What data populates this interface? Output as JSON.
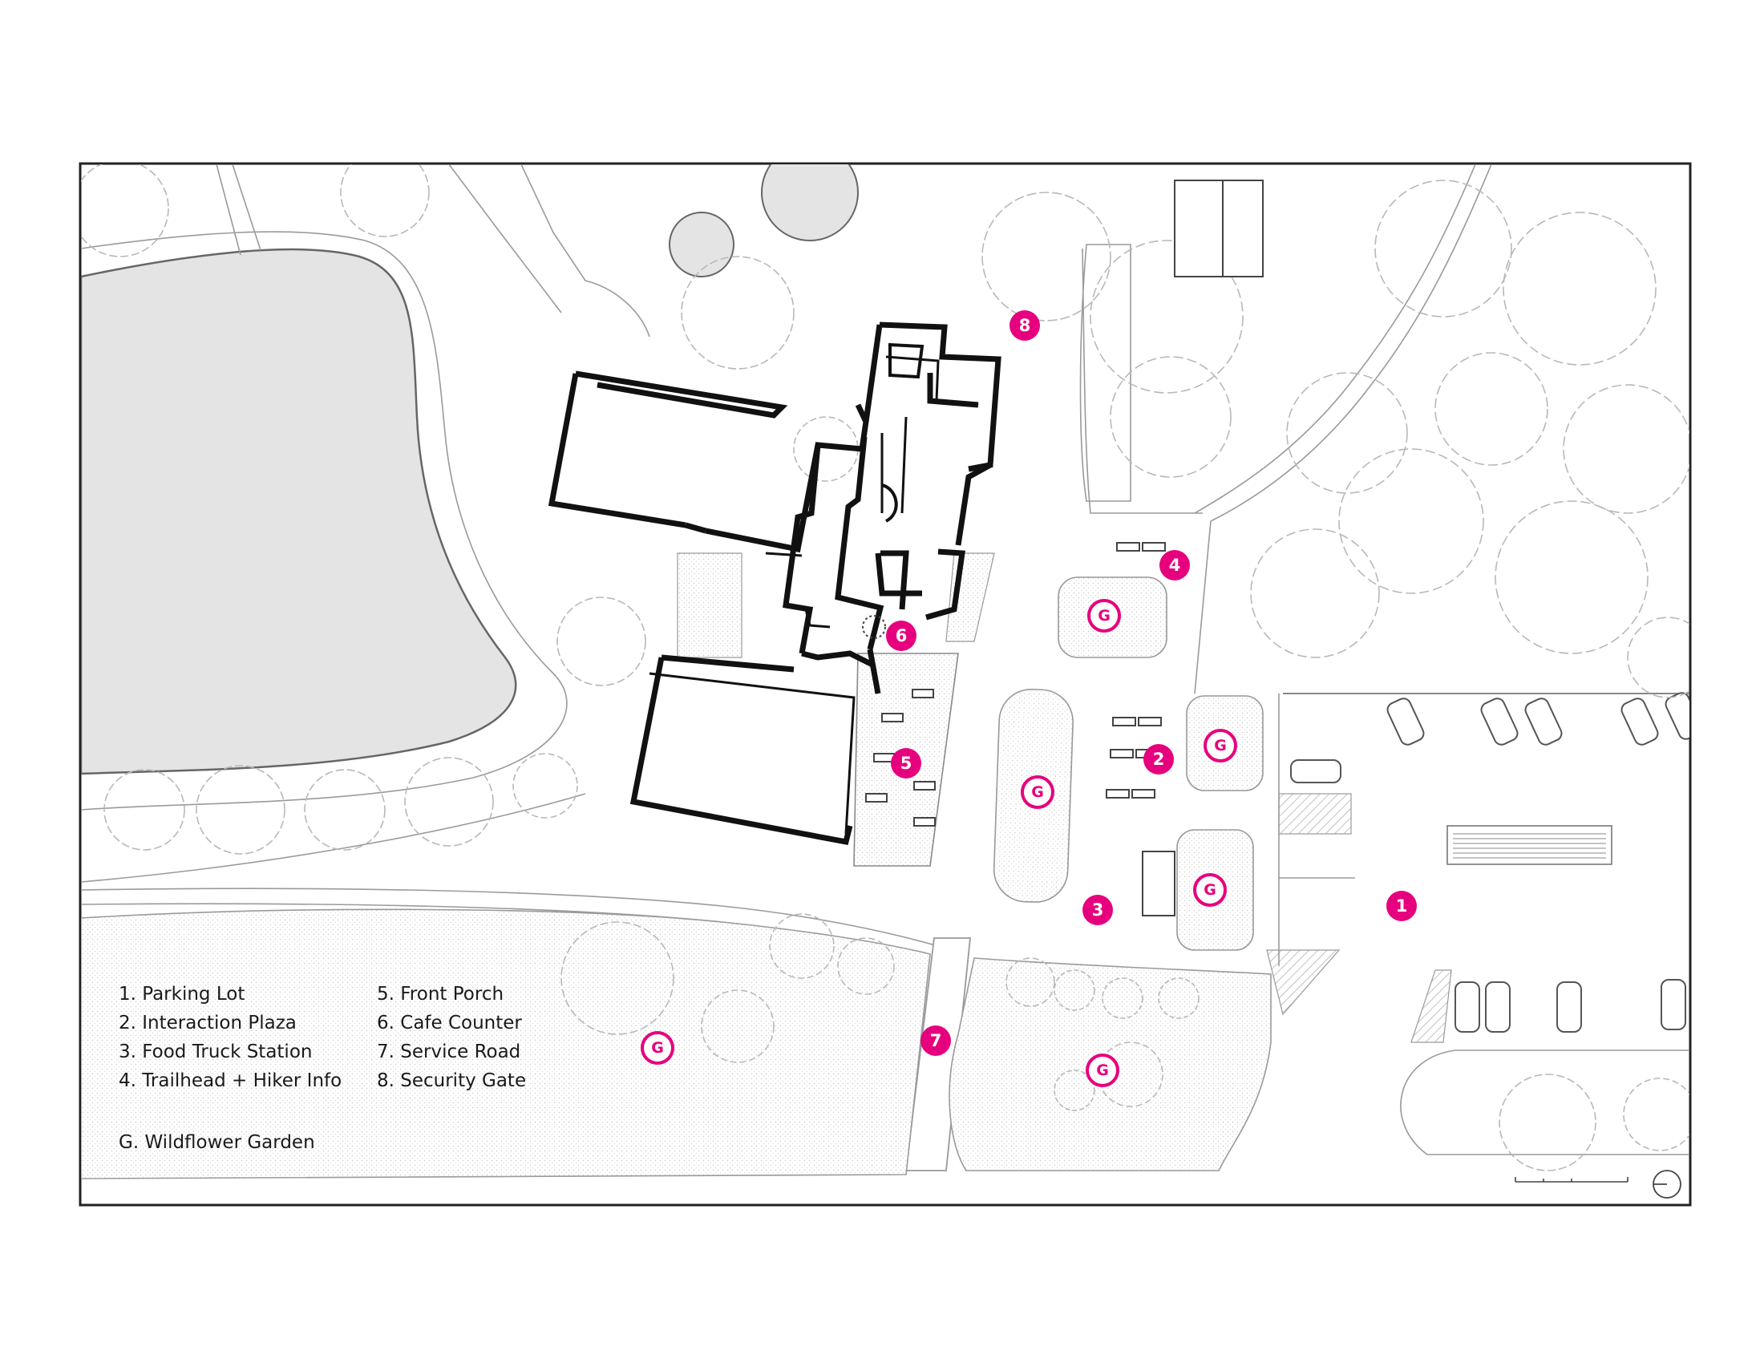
{
  "colors": {
    "accent": "#e6007e",
    "water": "#e4e4e4",
    "wall": "#111111",
    "line": "#a0a0a0"
  },
  "legend": {
    "col1": [
      "1. Parking Lot",
      "2. Interaction Plaza",
      "3. Food Truck Station",
      "4. Trailhead + Hiker Info"
    ],
    "col2": [
      "5. Front Porch",
      "6. Cafe Counter",
      "7. Service Road",
      "8. Security Gate"
    ],
    "garden": "G. Wildflower Garden"
  },
  "markers": [
    {
      "label": "1"
    },
    {
      "label": "2"
    },
    {
      "label": "3"
    },
    {
      "label": "4"
    },
    {
      "label": "5"
    },
    {
      "label": "6"
    },
    {
      "label": "7"
    },
    {
      "label": "8"
    }
  ],
  "garden_marker_label": "G",
  "icons": {
    "north_arrow": "north-arrow-icon",
    "scale_bar": "scale-bar-icon"
  }
}
